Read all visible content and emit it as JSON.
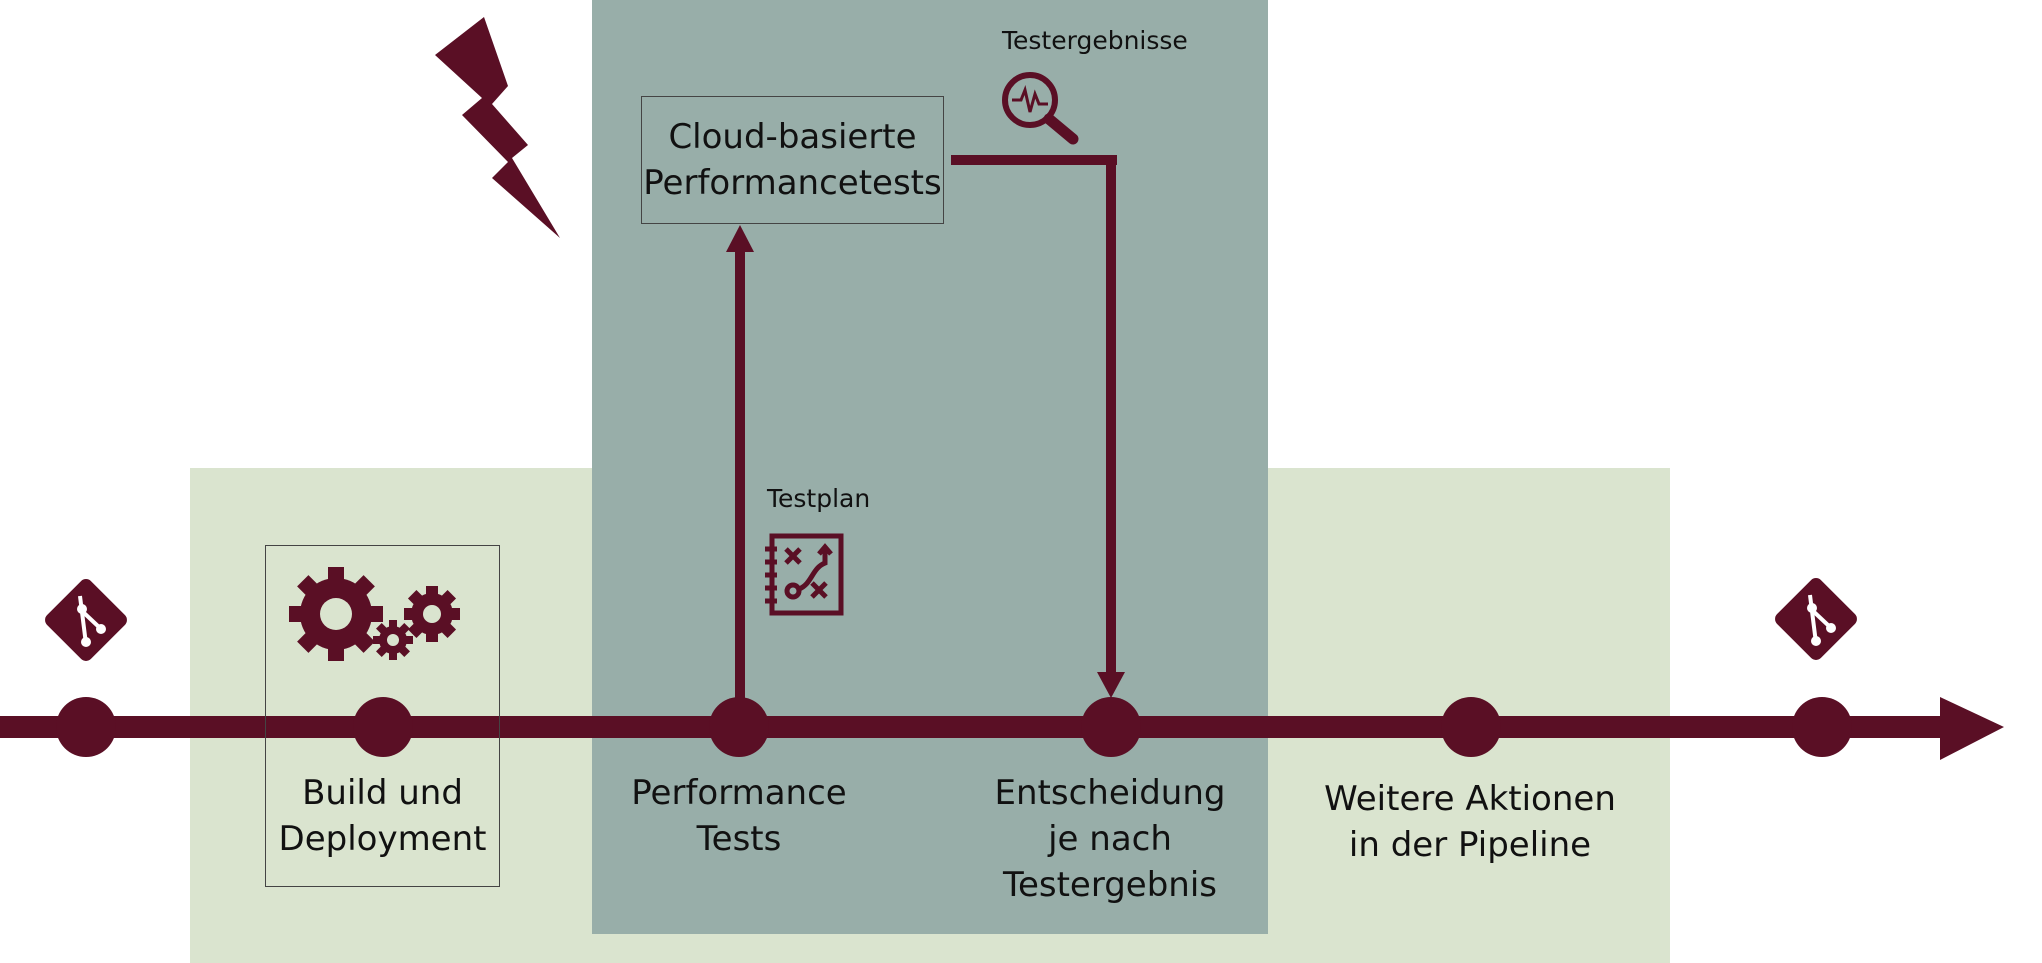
{
  "colors": {
    "primary": "#5a0f25",
    "light_green_bg": "#dae4cf",
    "dark_teal_bg": "#98aea9",
    "border": "#444444"
  },
  "labels": {
    "build": "Build und\nDeployment",
    "performance": "Performance\nTests",
    "decision": "Entscheidung\nje nach\nTestergebnis",
    "further": "Weitere Aktionen\nin der Pipeline",
    "cloud_tests": "Cloud-basierte\nPerformancetests",
    "testplan": "Testplan",
    "test_results": "Testergebnisse"
  },
  "icons": {
    "git_left": "git-icon",
    "git_right": "git-icon",
    "lightning": "lightning-icon",
    "gears": "gears-icon",
    "testplan": "strategy-plan-icon",
    "results": "magnifier-pulse-icon"
  }
}
